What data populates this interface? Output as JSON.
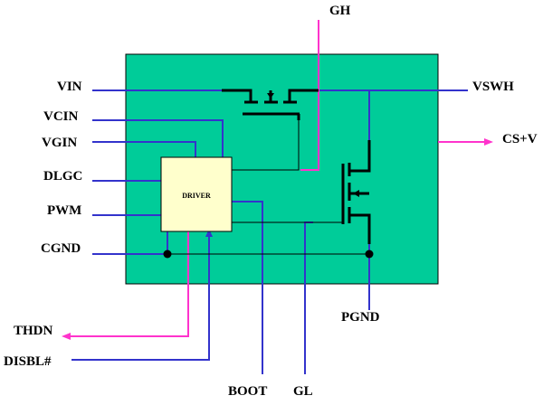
{
  "colors": {
    "board_fill": "#00cc99",
    "board_stroke": "#000000",
    "driver_fill": "#ffffcc",
    "blue_wire": "#3333cc",
    "magenta_wire": "#ff33cc",
    "black_wire": "#000000"
  },
  "driver": {
    "label": "DRIVER"
  },
  "pins": {
    "gh": "GH",
    "vin": "VIN",
    "vswh": "VSWH",
    "vcin": "VCIN",
    "cs": "CS+V",
    "vgin": "VGIN",
    "dlgc": "DLGC",
    "pwm": "PWM",
    "cgnd": "CGND",
    "pgnd": "PGND",
    "thdn": "THDN",
    "disbl": "DISBL#",
    "boot": "BOOT",
    "gl": "GL"
  }
}
